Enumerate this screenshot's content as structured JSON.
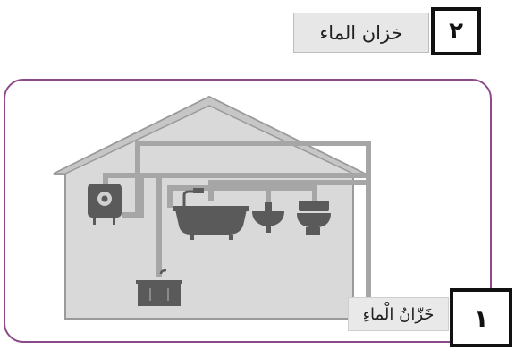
{
  "top": {
    "number": "٢",
    "label": "خزان الماء"
  },
  "bottom": {
    "number": "١",
    "label": "خَزّانُ الْماءِ"
  },
  "colors": {
    "frame": "#8c4a8a",
    "house_fill": "#d9d9d9",
    "house_outline": "#9a9a9a",
    "pipe": "#a6a6a6",
    "fixture": "#555555"
  },
  "icons": [
    "water-heater-icon",
    "bathtub-icon",
    "sink-icon",
    "toilet-icon",
    "kitchen-sink-icon"
  ]
}
